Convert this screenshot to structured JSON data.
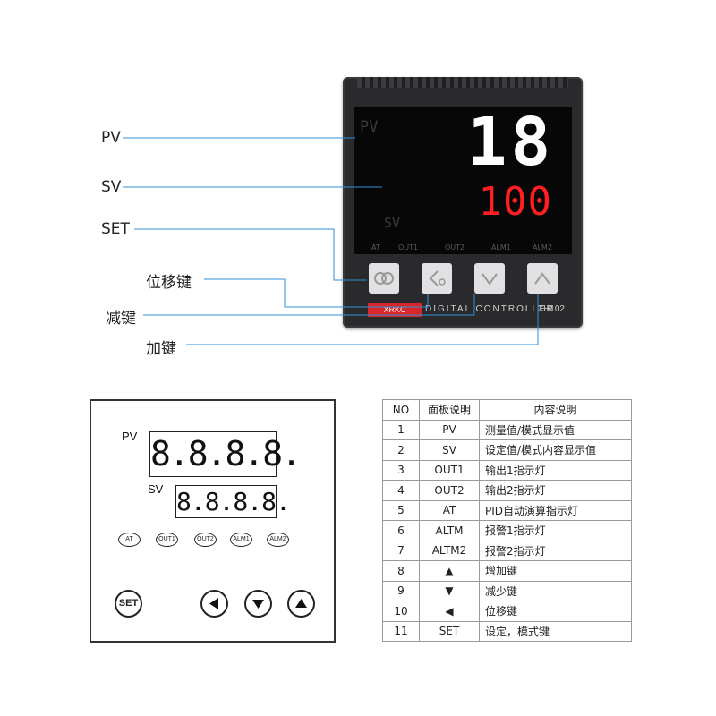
{
  "device": {
    "screen_pv_label": "PV",
    "screen_sv_label": "SV",
    "pv_value": "18",
    "sv_value": "100",
    "indicators": [
      "AT",
      "OUT1",
      "OUT2",
      "ALM1",
      "ALM2"
    ],
    "brand": "XRKC",
    "brand_text": "DIGITAL CONTROLLER",
    "model": "CH102",
    "colors": {
      "sv_display": "#ff1e22",
      "brand_bar": "#d7272c",
      "pv_display": "#ffffff"
    }
  },
  "callouts": {
    "pv": "PV",
    "sv": "SV",
    "set": "SET",
    "shift": "位移键",
    "down": "减键",
    "up": "加键"
  },
  "panel": {
    "pv_label": "PV",
    "sv_label": "SV",
    "pv_display": "8.8.8.8.",
    "sv_display": "8.8.8.8.",
    "leds": [
      "AT",
      "OUT1",
      "OUT2",
      "ALM1",
      "ALM2"
    ],
    "set_key": "SET",
    "keys": [
      "left-arrow-icon",
      "down-arrow-icon",
      "up-arrow-icon"
    ]
  },
  "table": {
    "headers": [
      "NO",
      "面板说明",
      "内容说明"
    ],
    "rows": [
      [
        "1",
        "PV",
        "测量值/模式显示值"
      ],
      [
        "2",
        "SV",
        "设定值/模式内容显示值"
      ],
      [
        "3",
        "OUT1",
        "输出1指示灯"
      ],
      [
        "4",
        "OUT2",
        "输出2指示灯"
      ],
      [
        "5",
        "AT",
        "PID自动演算指示灯"
      ],
      [
        "6",
        "ALTM",
        "报警1指示灯"
      ],
      [
        "7",
        "ALTM2",
        "报警2指示灯"
      ],
      [
        "8",
        "▲",
        "增加键"
      ],
      [
        "9",
        "▼",
        "减少键"
      ],
      [
        "10",
        "◀",
        "位移键"
      ],
      [
        "11",
        "SET",
        "设定，模式键"
      ]
    ]
  }
}
